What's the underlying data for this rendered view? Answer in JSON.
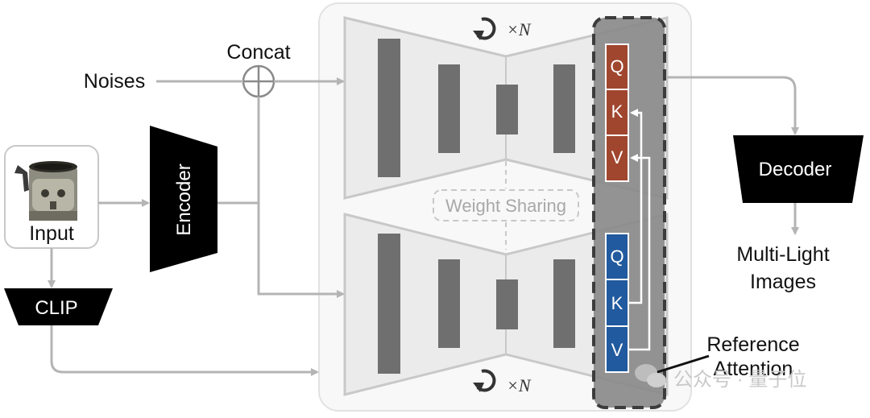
{
  "labels": {
    "noises": "Noises",
    "concat": "Concat",
    "input": "Input",
    "encoder": "Encoder",
    "clip": "CLIP",
    "weight_sharing": "Weight Sharing",
    "repeat_top": "×N",
    "repeat_bottom": "×N",
    "decoder": "Decoder",
    "output_line1": "Multi-Light",
    "output_line2": "Images",
    "reference_line1": "Reference",
    "reference_line2": "Attention"
  },
  "attention_top": {
    "q": "Q",
    "k": "K",
    "v": "V",
    "color": "#a0462e"
  },
  "attention_bottom": {
    "q": "Q",
    "k": "K",
    "v": "V",
    "color": "#215a9e"
  },
  "watermark": {
    "text": "公众号 · 量子位",
    "icon": "wechat-icon"
  },
  "colors": {
    "arrow": "#b4b4b4",
    "unet_fill": "#ebebeb",
    "unet_bar": "#6f6f6f",
    "encoder_fill": "#000000",
    "attention_panel": "#8a8a8a"
  }
}
